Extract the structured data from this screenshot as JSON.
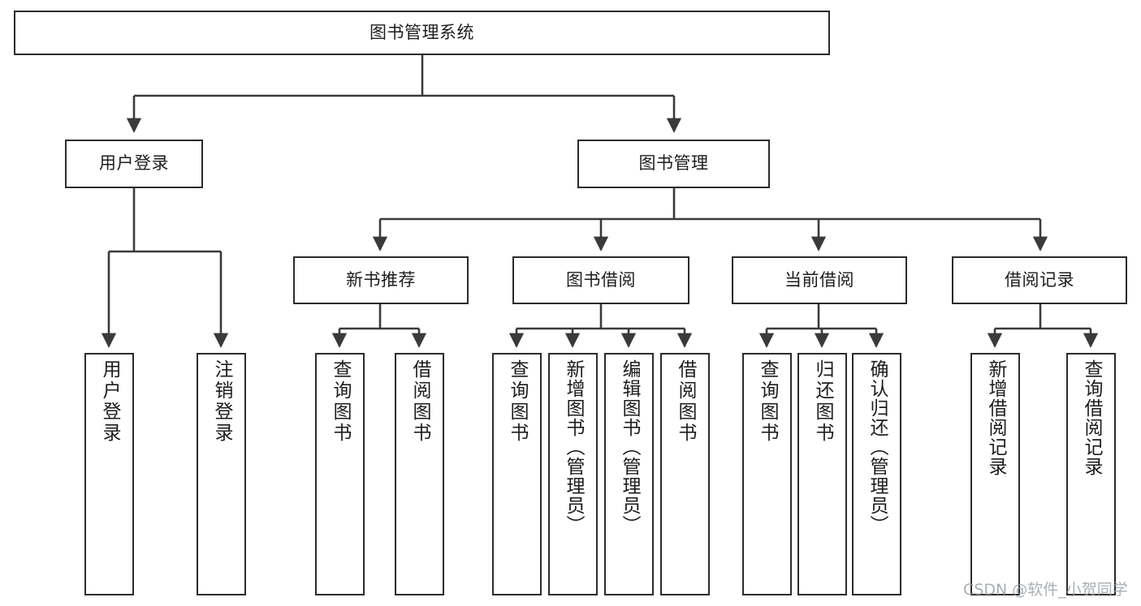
{
  "diagram": {
    "type": "tree-hierarchy",
    "title": "图书管理系统",
    "orientation": "top-down",
    "colors": {
      "box_border": "#2b2b2b",
      "box_fill": "#ffffff",
      "connector": "#3a3a3a",
      "text": "#1d1d1d",
      "watermark": "#9aa0a6"
    },
    "root": {
      "id": "root",
      "label": "图书管理系统",
      "text_direction": "horizontal"
    },
    "level2": [
      {
        "id": "user-login",
        "label": "用户登录",
        "text_direction": "horizontal"
      },
      {
        "id": "book-manage",
        "label": "图书管理",
        "text_direction": "horizontal"
      }
    ],
    "level3": [
      {
        "id": "new-book-recommend",
        "label": "新书推荐",
        "text_direction": "horizontal"
      },
      {
        "id": "book-borrow",
        "label": "图书借阅",
        "text_direction": "horizontal"
      },
      {
        "id": "current-borrow",
        "label": "当前借阅",
        "text_direction": "horizontal"
      },
      {
        "id": "borrow-record",
        "label": "借阅记录",
        "text_direction": "horizontal"
      }
    ],
    "leaves": [
      {
        "id": "leaf-user-login",
        "label": "用户登录",
        "parent": "user-login",
        "text_direction": "vertical"
      },
      {
        "id": "leaf-logout-login",
        "label": "注销登录",
        "parent": "user-login",
        "text_direction": "vertical"
      },
      {
        "id": "leaf-query-book-1",
        "label": "查询图书",
        "parent": "new-book-recommend",
        "text_direction": "vertical"
      },
      {
        "id": "leaf-borrow-book-1",
        "label": "借阅图书",
        "parent": "new-book-recommend",
        "text_direction": "vertical"
      },
      {
        "id": "leaf-query-book-2",
        "label": "查询图书",
        "parent": "book-borrow",
        "text_direction": "vertical"
      },
      {
        "id": "leaf-add-book",
        "label": "新增图书（管理员）",
        "parent": "book-borrow",
        "text_direction": "vertical"
      },
      {
        "id": "leaf-edit-book",
        "label": "编辑图书（管理员）",
        "parent": "book-borrow",
        "text_direction": "vertical"
      },
      {
        "id": "leaf-borrow-book-2",
        "label": "借阅图书",
        "parent": "book-borrow",
        "text_direction": "vertical"
      },
      {
        "id": "leaf-query-book-3",
        "label": "查询图书",
        "parent": "current-borrow",
        "text_direction": "vertical"
      },
      {
        "id": "leaf-return-book",
        "label": "归还图书",
        "parent": "current-borrow",
        "text_direction": "vertical"
      },
      {
        "id": "leaf-confirm-return",
        "label": "确认归还（管理员）",
        "parent": "current-borrow",
        "text_direction": "vertical"
      },
      {
        "id": "leaf-add-record",
        "label": "新增借阅记录",
        "parent": "borrow-record",
        "text_direction": "vertical"
      },
      {
        "id": "leaf-query-record",
        "label": "查询借阅记录",
        "parent": "borrow-record",
        "text_direction": "vertical"
      }
    ]
  },
  "watermark": {
    "text": "CSDN @软件_小贺同学"
  }
}
